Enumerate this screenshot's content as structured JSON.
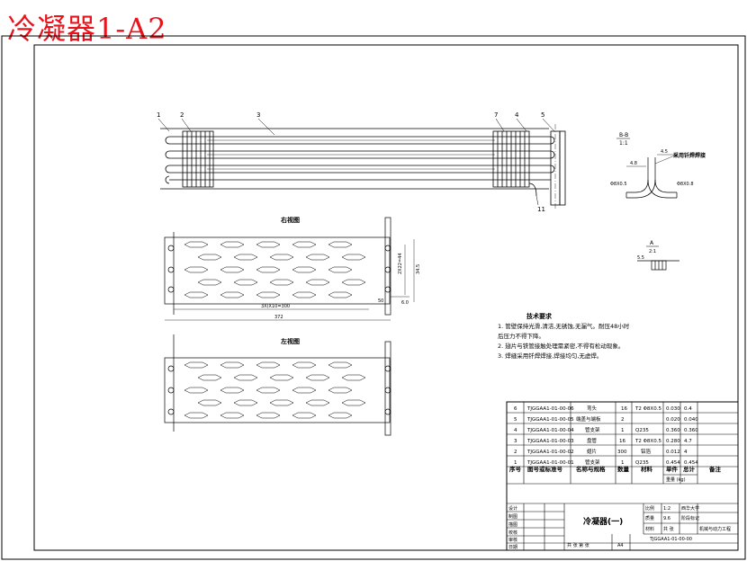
{
  "title": "冷凝器1-A2",
  "drawing": {
    "part_balloons": [
      "1",
      "2",
      "3",
      "7",
      "4",
      "5",
      "11"
    ],
    "view_top_label": "右视图",
    "view_bottom_label": "左视图",
    "section_label": "B-B",
    "section_scale": "1:1",
    "weld_note": "采用钎焊焊接",
    "dims": {
      "d1": "4.5",
      "d2": "4.8",
      "d3": "Φ8X0.5",
      "d4": "Φ8X0.8",
      "pitch": "3X(X10=300",
      "overall": "372",
      "side": "6.0",
      "vert": "2X22=44",
      "vert2": "34.5",
      "small1": "5.5",
      "small2": "50"
    },
    "detail_label": "A",
    "detail_scale": "2:1"
  },
  "notes": {
    "title": "技术要求",
    "lines": [
      "1. 管壁保持光滑,清洁,无锈蚀,无漏气。耐压48小时",
      "   后压力不得下降。",
      "2. 翅片与铁管接触处理需紧密,不得有松动现象。",
      "3. 焊缝采用钎焊焊接,焊接均匀,无虚焊。"
    ]
  },
  "bom": {
    "rows": [
      {
        "no": "6",
        "code": "TJGGAA1-01-00-06",
        "name": "弯头",
        "qty": "16",
        "material": "T2 Φ8X0.5",
        "unit": "0.030",
        "total": "0.4"
      },
      {
        "no": "5",
        "code": "TJGGAA1-01-00-05",
        "name": "端盖与端板",
        "qty": "2",
        "material": "",
        "unit": "0.020",
        "total": "0.040"
      },
      {
        "no": "4",
        "code": "TJGGAA1-01-00-04",
        "name": "管支架",
        "qty": "1",
        "material": "Q235",
        "unit": "0.360",
        "total": "0.360"
      },
      {
        "no": "3",
        "code": "TJGGAA1-01-00-03",
        "name": "盘管",
        "qty": "16",
        "material": "T2 Φ8X0.5",
        "unit": "0.280",
        "total": "4.7"
      },
      {
        "no": "2",
        "code": "TJGGAA1-01-00-02",
        "name": "翅片",
        "qty": "300",
        "material": "铝箔",
        "unit": "0.012",
        "total": "4"
      },
      {
        "no": "1",
        "code": "TJGGAA1-01-00-01",
        "name": "管支架",
        "qty": "1",
        "material": "Q235",
        "unit": "0.454",
        "total": "0.454"
      }
    ],
    "headers": {
      "no": "序号",
      "code": "图号或标准号",
      "name": "名称与规格",
      "qty": "数量",
      "material": "材料",
      "unit": "单件",
      "total": "总计",
      "note": "备注"
    },
    "weight_label": "重量 (kg)"
  },
  "title_block": {
    "part_name": "冷凝器(一)",
    "left_labels": [
      "设计",
      "制图",
      "描图",
      "校核",
      "审核",
      "日期"
    ],
    "scale_label": "比例",
    "scale_value": "1:2",
    "sheet_label": "共 张",
    "unit": "西华大学",
    "drawing_no": "TJGGAA1-01-00-00",
    "stage_label": "阶段标记",
    "mass_label": "质量",
    "mass_value": "9.6",
    "material_label": "材料",
    "org": "机械与动力工程",
    "bottom_mid": "共 张 第 张",
    "bottom_a4": "A4"
  }
}
